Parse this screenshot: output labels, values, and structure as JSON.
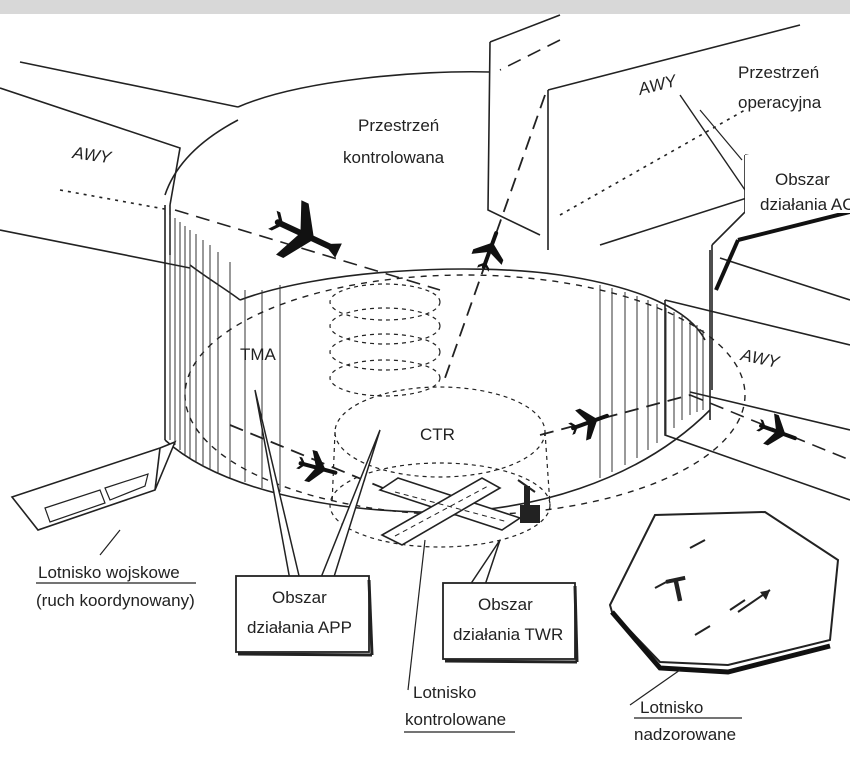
{
  "labels": {
    "awy_top_left": "AWY",
    "awy_top_right": "AWY",
    "awy_right": "AWY",
    "przestrzen_kontrolowana_1": "Przestrzeń",
    "przestrzen_kontrolowana_2": "kontrolowana",
    "przestrzen_operacyjna_1": "Przestrzeń",
    "przestrzen_operacyjna_2": "operacyjna",
    "acc_1": "Obszar",
    "acc_2": "działania ACC",
    "tma": "TMA",
    "ctr": "CTR",
    "app_1": "Obszar",
    "app_2": "działania APP",
    "twr_1": "Obszar",
    "twr_2": "działania TWR",
    "military_1": "Lotnisko wojskowe",
    "military_2": "(ruch koordynowany)",
    "controlled_1": "Lotnisko",
    "controlled_2": "kontrolowane",
    "supervised_1": "Lotnisko",
    "supervised_2": "nadzorowane",
    "runway_marker": "T"
  }
}
